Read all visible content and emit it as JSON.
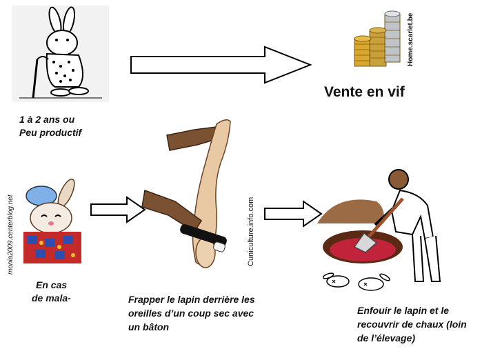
{
  "top": {
    "label_line1": "1 à 2 ans ou",
    "label_line2": "Peu productif",
    "result": "Vente en vif",
    "watermark": "Home.scarlet.be"
  },
  "middle": {
    "sick_watermark": "monia2009.centerblog.net",
    "sick_line1": "En  cas",
    "sick_line2": "de  mala-",
    "kill_watermark": "Cuniculture.info.com",
    "kill_line1": "Frapper le lapin derrière les",
    "kill_line2": "oreilles d’un coup sec avec",
    "kill_line3": "un bâton",
    "bury_line1": "Enfouir le lapin et le",
    "bury_line2": "recouvrir de chaux (loin",
    "bury_line3": "de l’élevage)"
  }
}
